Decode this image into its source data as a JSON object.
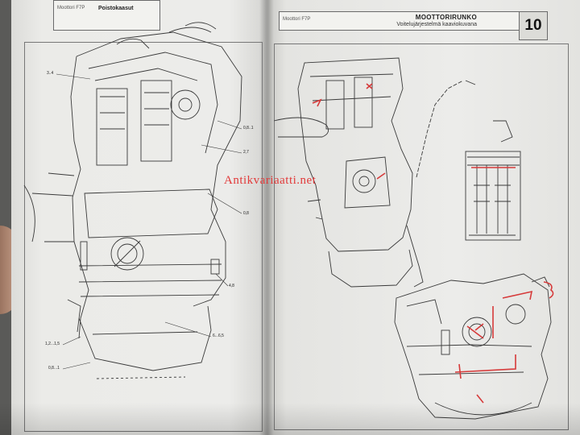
{
  "left_page": {
    "header_model": "Moottori F7P",
    "header_section": "Poistokaasut",
    "callouts": [
      "3..4",
      "0,8..1",
      "2,7",
      "0,8",
      "4,8",
      "6...6,5",
      "1,2...1,5",
      "0,8...1"
    ]
  },
  "right_page": {
    "header_model": "Moottori F7P",
    "title": "MOOTTORIRUNKO",
    "subtitle": "Voitelujärjestelmä kaaviokuvana",
    "page_number": "10"
  },
  "watermark": "Antikvariaatti.net",
  "colors": {
    "paper": "#ececea",
    "line": "#333333",
    "red_arrow": "#d63a3a",
    "watermark": "#e23a3a"
  }
}
